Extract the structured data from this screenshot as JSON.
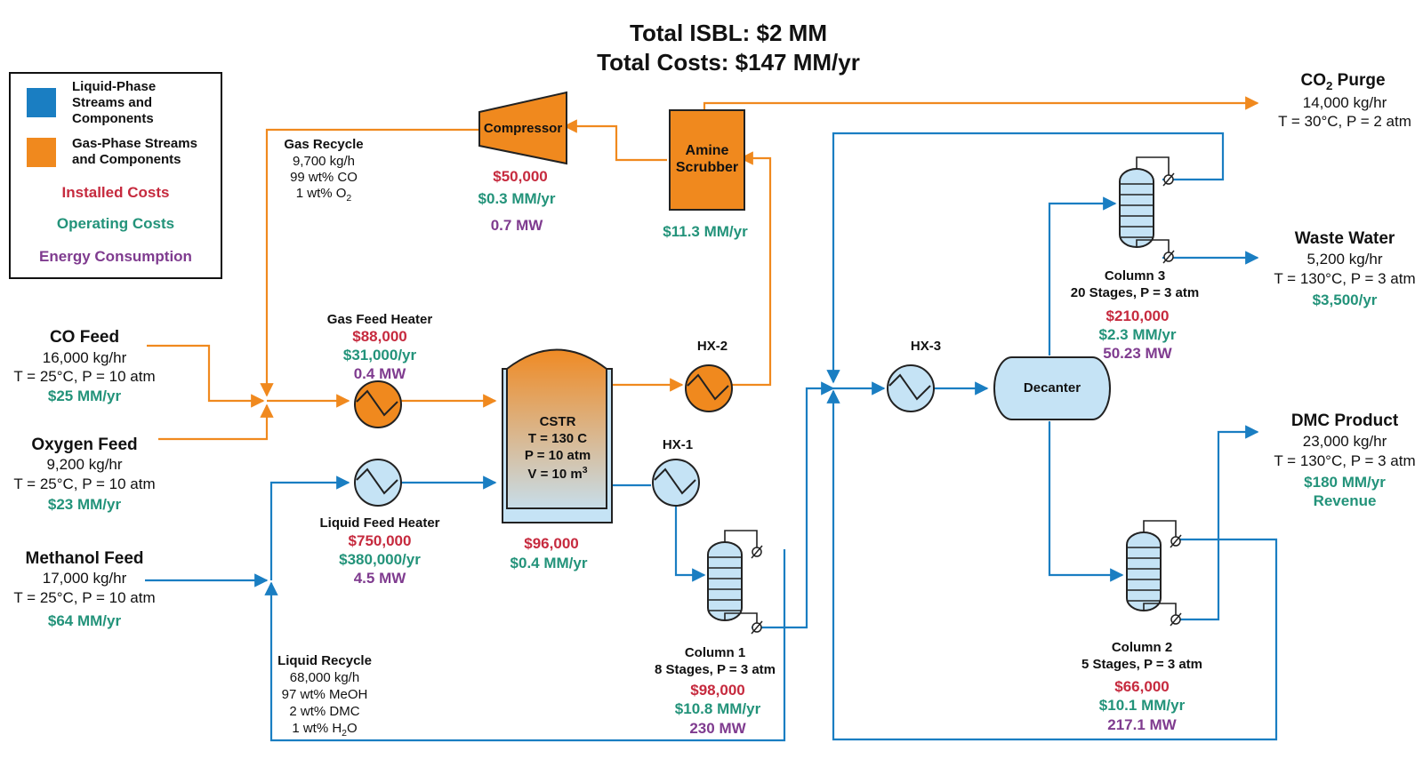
{
  "title": {
    "line1": "Total ISBL: $2 MM",
    "line2": "Total Costs: $147 MM/yr"
  },
  "colors": {
    "liquid": "#1a7ec2",
    "gas": "#f0891e",
    "installed": "#c62a3e",
    "operating": "#23937a",
    "energy": "#7f3b8f",
    "vessel_blue": "#c5e3f5"
  },
  "legend": {
    "liquid_label": "Liquid-Phase Streams and Components",
    "gas_label": "Gas-Phase Streams and Components",
    "installed": "Installed Costs",
    "operating": "Operating Costs",
    "energy": "Energy Consumption"
  },
  "feeds": {
    "co": {
      "name": "CO Feed",
      "rate": "16,000 kg/hr",
      "cond": "T = 25°C, P = 10 atm",
      "cost": "$25 MM/yr"
    },
    "oxygen": {
      "name": "Oxygen Feed",
      "rate": "9,200 kg/hr",
      "cond": "T = 25°C, P = 10 atm",
      "cost": "$23 MM/yr"
    },
    "methanol": {
      "name": "Methanol Feed",
      "rate": "17,000 kg/hr",
      "cond": "T = 25°C, P = 10 atm",
      "cost": "$64 MM/yr"
    }
  },
  "gas_recycle": {
    "name": "Gas Recycle",
    "rate": "9,700 kg/h",
    "comp1": "99 wt% CO",
    "comp2_pre": "1 wt% O",
    "comp2_sub": "2"
  },
  "liquid_recycle": {
    "name": "Liquid Recycle",
    "rate": "68,000 kg/h",
    "comp1": "97 wt% MeOH",
    "comp2": "2 wt% DMC",
    "comp3_pre": "1 wt% H",
    "comp3_sub": "2",
    "comp3_post": "O"
  },
  "compressor": {
    "label": "Compressor",
    "installed": "$50,000",
    "operating": "$0.3 MM/yr",
    "energy": "0.7 MW"
  },
  "amine_scrubber": {
    "label1": "Amine",
    "label2": "Scrubber",
    "operating": "$11.3 MM/yr"
  },
  "gas_feed_heater": {
    "name": "Gas Feed Heater",
    "installed": "$88,000",
    "operating": "$31,000/yr",
    "energy": "0.4 MW"
  },
  "liquid_feed_heater": {
    "name": "Liquid Feed Heater",
    "installed": "$750,000",
    "operating": "$380,000/yr",
    "energy": "4.5 MW"
  },
  "cstr": {
    "name": "CSTR",
    "t": "T = 130 C",
    "p": "P = 10 atm",
    "v_pre": "V = 10 m",
    "v_sup": "3",
    "installed": "$96,000",
    "operating": "$0.4 MM/yr"
  },
  "hx1": {
    "name": "HX-1"
  },
  "hx2": {
    "name": "HX-2"
  },
  "hx3": {
    "name": "HX-3"
  },
  "column1": {
    "name": "Column 1",
    "spec": "8 Stages, P = 3 atm",
    "installed": "$98,000",
    "operating": "$10.8 MM/yr",
    "energy": "230 MW"
  },
  "column2": {
    "name": "Column 2",
    "spec": "5 Stages, P = 3 atm",
    "installed": "$66,000",
    "operating": "$10.1 MM/yr",
    "energy": "217.1 MW"
  },
  "column3": {
    "name": "Column 3",
    "spec": "20 Stages, P = 3 atm",
    "installed": "$210,000",
    "operating": "$2.3 MM/yr",
    "energy": "50.23 MW"
  },
  "decanter": {
    "label": "Decanter"
  },
  "products": {
    "co2_purge": {
      "name_pre": "CO",
      "name_sub": "2",
      "name_post": " Purge",
      "rate": "14,000 kg/hr",
      "cond": "T = 30°C, P = 2 atm"
    },
    "waste_water": {
      "name": "Waste Water",
      "rate": "5,200 kg/hr",
      "cond": "T = 130°C, P = 3 atm",
      "cost": "$3,500/yr"
    },
    "dmc": {
      "name": "DMC Product",
      "rate": "23,000 kg/hr",
      "cond": "T = 130°C, P = 3 atm",
      "revenue1": "$180 MM/yr",
      "revenue2": "Revenue"
    }
  }
}
